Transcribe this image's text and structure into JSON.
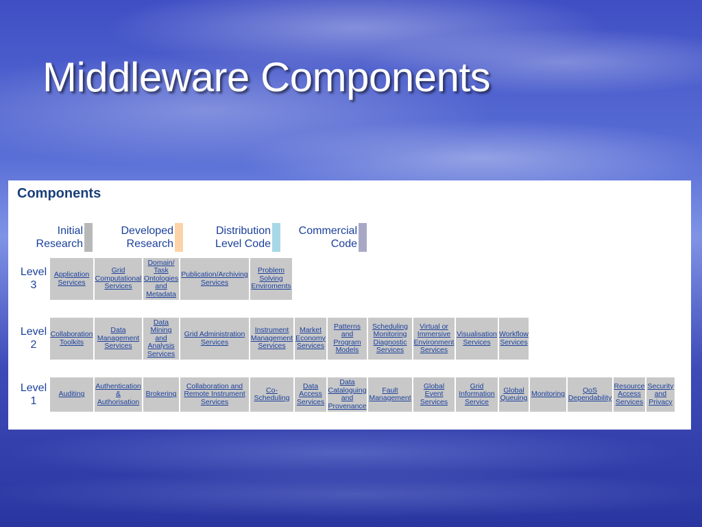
{
  "slide": {
    "title": "Middleware Components"
  },
  "panel": {
    "title": "Components"
  },
  "legend": [
    {
      "line1": "Initial",
      "line2": "Research",
      "color": "#b8b8b8"
    },
    {
      "line1": "Developed",
      "line2": "Research",
      "color": "#fcd3a8"
    },
    {
      "line1": "Distribution",
      "line2": "Level Code",
      "color": "#a8d8e6"
    },
    {
      "line1": "Commercial",
      "line2": "Code",
      "color": "#a8a8c6"
    }
  ],
  "levels": [
    {
      "line1": "Level",
      "line2": "3"
    },
    {
      "line1": "Level",
      "line2": "2"
    },
    {
      "line1": "Level",
      "line2": "1"
    }
  ],
  "level3": [
    "Application Services",
    "Grid Computational Services",
    "Domain/ Task Ontologies and Metadata",
    "Publication/Archiving Services",
    "Problem Solving Enviroments"
  ],
  "level2": [
    "Collaboration Toolkits",
    "Data Management Services",
    "Data Mining and Analysis Services",
    "Grid Administration Services",
    "Instrument Management Services",
    "Market Economy Services",
    "Patterns and Program Models",
    "Scheduling Monitoring Diagnostic Services",
    "Virtual or Immersive Environment Services",
    "Visualisation Services",
    "Workflow Services"
  ],
  "level1": [
    "Auditing",
    "Authentication & Authorisation",
    "Brokering",
    "Collaboration and Remote Instrument Services",
    "Co-Scheduling",
    "Data Access Services",
    "Data Cataloguing and Provenance",
    "Fault Management",
    "Global Event Services",
    "Grid Information Service",
    "Global Queuing",
    "Monitoring",
    "QoS Dependability",
    "Resource Access Services",
    "Security and Privacy"
  ]
}
